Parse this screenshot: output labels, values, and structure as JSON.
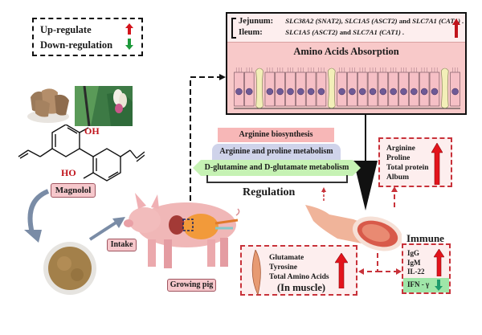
{
  "legend": {
    "up_label": "Up-regulate",
    "down_label": "Down-regulation",
    "up_color": "#d3141c",
    "down_color": "#1e9a3c"
  },
  "intestine": {
    "jejunum_label": "Jejunum:",
    "jejunum_genes": [
      {
        "gene": "SLC38A2",
        "protein": "(SNAT2),"
      },
      {
        "gene": "SLC1A5",
        "protein": "(ASCT2)"
      },
      {
        "gene": "SLC7A1",
        "protein": "(CAT1) ."
      }
    ],
    "ileum_label": "Ileum:",
    "ileum_genes": [
      {
        "gene": "SLC1A5",
        "protein": "(ASCT2)"
      },
      {
        "gene": "SLC7A1",
        "protein": "(CAT1) ."
      }
    ],
    "and_word": "and",
    "title": "Amino Acids Absorption",
    "regulation": "up"
  },
  "pathways": {
    "items": [
      "Arginine biosynthesis",
      "Arginine and proline metabolism",
      "D-glutamine and D-glutamate metabolism"
    ],
    "label": "Regulation",
    "colors": [
      "#f7b7b7",
      "#cfd3ea",
      "#c6f2b4"
    ]
  },
  "source": {
    "compound_label": "Magnolol",
    "oh_top": "OH",
    "oh_bottom": "HO",
    "intake_label": "Intake",
    "animal_label": "Growing pig"
  },
  "outcomes": {
    "blood": {
      "items": [
        "Arginine",
        "Proline",
        "Total protein",
        "Album"
      ],
      "regulation": "up"
    },
    "muscle": {
      "items": [
        "Glutamate",
        "Tyrosine",
        "Total Amino Acids"
      ],
      "note": "(In muscle)",
      "regulation": "up"
    },
    "immune": {
      "title": "Immune",
      "up_items": [
        "IgG",
        "IgM",
        "IL-22"
      ],
      "down_item": "IFN - γ"
    }
  }
}
